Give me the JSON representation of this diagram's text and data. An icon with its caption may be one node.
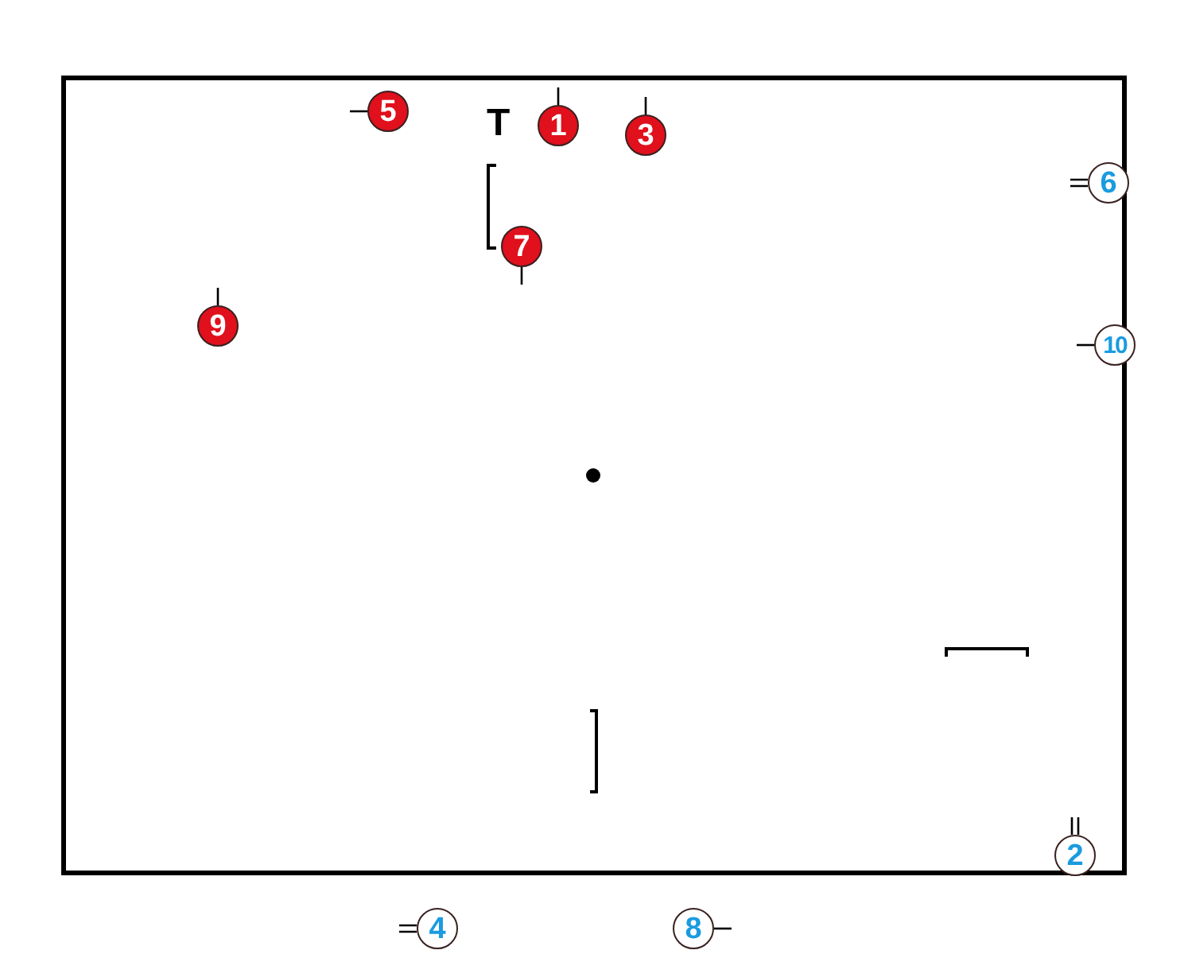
{
  "diagram": {
    "nodes": [
      {
        "text": [
          "5"
        ]
      },
      {
        "text": [
          "1"
        ]
      },
      {
        "text": [
          "3"
        ]
      },
      {
        "text": [
          "6"
        ]
      },
      {
        "text": [
          "7"
        ]
      },
      {
        "text": [
          "9"
        ]
      },
      {
        "text": [
          "10"
        ]
      },
      {
        "text": [
          "2"
        ]
      },
      {
        "text": [
          "4"
        ]
      },
      {
        "text": [
          "8"
        ]
      }
    ],
    "edges": [
      {
        "from": 0,
        "to": null,
        "arrow": "none"
      },
      {
        "from": 1,
        "to": null,
        "arrow": "none"
      },
      {
        "from": 2,
        "to": null,
        "arrow": "none"
      },
      {
        "from": 3,
        "to": null,
        "arrow": "none"
      },
      {
        "from": 4,
        "to": null,
        "arrow": "none"
      },
      {
        "from": 5,
        "to": null,
        "arrow": "none"
      },
      {
        "from": 6,
        "to": null,
        "arrow": "none"
      },
      {
        "from": 7,
        "to": null,
        "arrow": "none"
      },
      {
        "from": 8,
        "to": null,
        "arrow": "none"
      },
      {
        "from": 9,
        "to": null,
        "arrow": "none"
      }
    ],
    "labels": [
      "T"
    ]
  }
}
